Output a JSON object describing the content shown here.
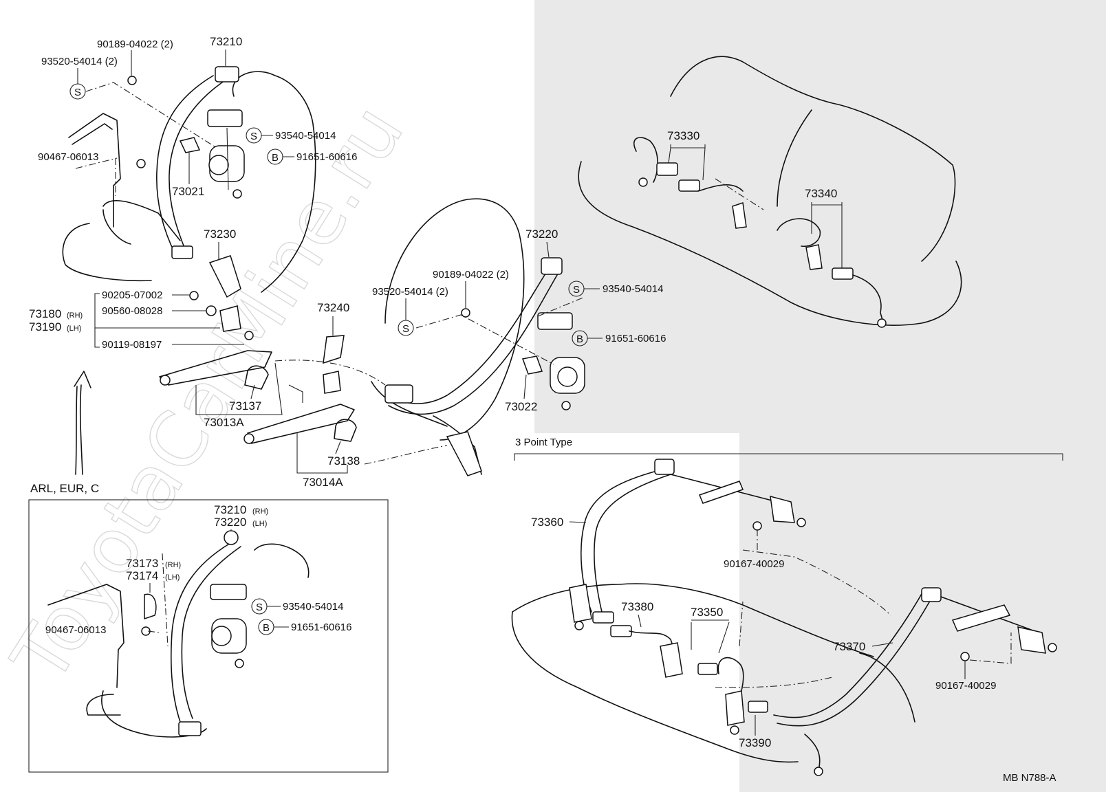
{
  "watermark": "ToyotaCarMine.ru",
  "drawing_code": "MB  N788-A",
  "sections": {
    "variant_box": "ARL, EUR, C",
    "three_point": "3 Point Type"
  },
  "callouts": {
    "c73210": "73210",
    "p90189a": "90189-04022 (2)",
    "p93520a": "93520-54014 (2)",
    "s_sym": "S",
    "b_sym": "B",
    "p93540a": "93540-54014",
    "p91651a": "91651-60616",
    "p90467a": "90467-06013",
    "c73021": "73021",
    "c73230": "73230",
    "p90205": "90205-07002",
    "p90560": "90560-08028",
    "c73180": "73180",
    "c73190": "73190",
    "rh": "(RH)",
    "lh": "(LH)",
    "p90119": "90119-08197",
    "c73240": "73240",
    "c73137": "73137",
    "c73013A": "73013A",
    "c73138": "73138",
    "c73014A": "73014A",
    "c73220": "73220",
    "p90189b": "90189-04022 (2)",
    "p93520b": "93520-54014  (2)",
    "p93540b": "93540-54014",
    "p91651b": "91651-60616",
    "c73022": "73022",
    "c73330": "73330",
    "c73340": "73340",
    "box_73210": "73210",
    "box_73220": "73220",
    "c73173": "73173",
    "c73174": "73174",
    "p93540c": "93540-54014",
    "p91651c": "91651-60616",
    "p90467b": "90467-06013",
    "c73360": "73360",
    "p90167a": "90167-40029",
    "c73380": "73380",
    "c73350": "73350",
    "c73370": "73370",
    "p90167b": "90167-40029",
    "c73390": "73390"
  }
}
